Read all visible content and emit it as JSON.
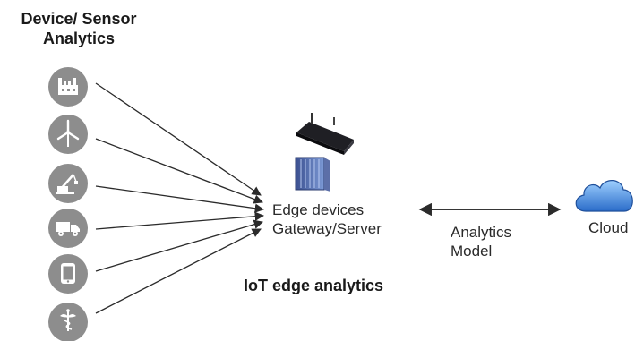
{
  "title": {
    "line1": "Device/ Sensor",
    "line2": "Analytics"
  },
  "sensors": [
    {
      "icon": "factory-icon"
    },
    {
      "icon": "wind-turbine-icon"
    },
    {
      "icon": "crane-icon"
    },
    {
      "icon": "truck-icon"
    },
    {
      "icon": "tablet-icon"
    },
    {
      "icon": "medical-caduceus-icon"
    }
  ],
  "edge": {
    "line1": "Edge devices",
    "line2": "Gateway/Server",
    "icons": [
      "gateway-device-icon",
      "server-icon"
    ]
  },
  "analytics": {
    "line1": "Analytics",
    "line2": "Model"
  },
  "cloud": {
    "label": "Cloud",
    "color": "#2f6fd0"
  },
  "footer": "IoT edge analytics",
  "colors": {
    "sensor_circle": "#8d8d8d",
    "arrow": "#2b2b2b"
  }
}
